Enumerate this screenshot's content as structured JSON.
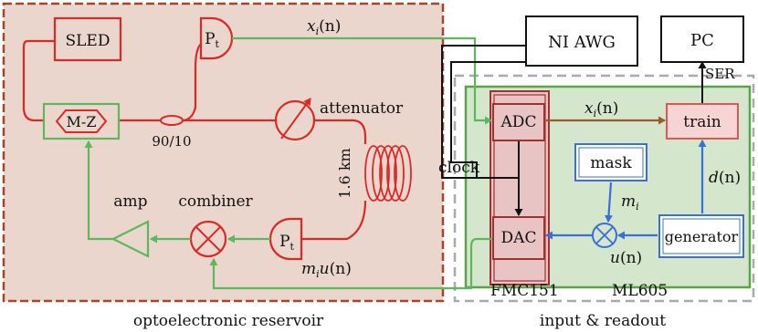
{
  "components": {
    "sled": "SLED",
    "pt_top_main": "P",
    "pt_top_sub": "t",
    "mz": "M-Z",
    "split_ratio": "90/10",
    "attenuator": "attenuator",
    "fiber_length": "1.6 km",
    "pt_bottom_main": "P",
    "pt_bottom_sub": "t",
    "combiner": "combiner",
    "amp": "amp",
    "nidaq": "NI AWG",
    "pc": "PC",
    "ser": "SER",
    "adc": "ADC",
    "dac": "DAC",
    "train": "train",
    "mask": "mask",
    "generator": "generator",
    "clock": "clock",
    "fmc": "FMC151",
    "ml605": "ML605"
  },
  "signals": {
    "xin_top": {
      "var": "x",
      "sub": "i",
      "arg": "(n)"
    },
    "xin_mid": {
      "var": "x",
      "sub": "i",
      "arg": "(n)"
    },
    "mi_un": {
      "var1": "m",
      "sub": "i",
      "var2": "u",
      "arg": "(n)"
    },
    "mi": {
      "var": "m",
      "sub": "i"
    },
    "dn": {
      "var": "d",
      "arg": "(n)"
    },
    "un": {
      "var": "u",
      "arg": "(n)"
    }
  },
  "captions": {
    "left": "optoelectronic reservoir",
    "right": "input & readout"
  },
  "colors": {
    "reservoir_bg": "#ead6cc",
    "reservoir_border": "#a0482e",
    "readout_border": "#a9a9a9",
    "ml605_bg": "#d4e6cc",
    "ml605_border": "#5aa34a",
    "fmc_bg": "#e8c4c4",
    "optical": "#d92a2a",
    "electrical": "#5cb85c",
    "blue": "#3a6fd8",
    "brown": "#9a5a2a"
  }
}
